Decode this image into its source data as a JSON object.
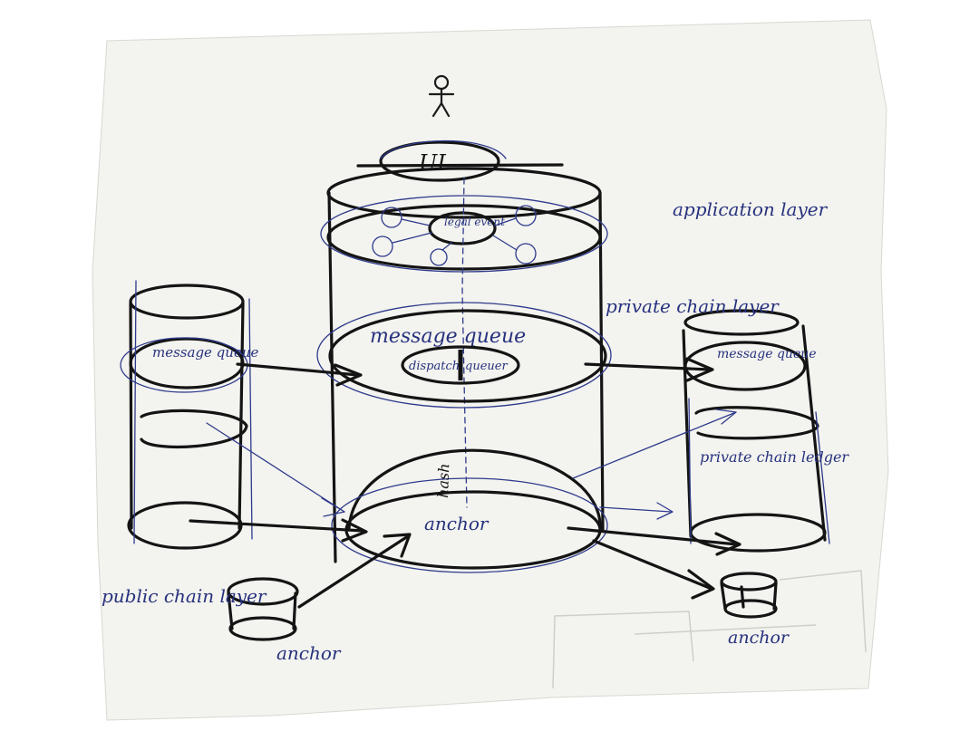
{
  "labels": {
    "ui": "UI",
    "legal_event": "legal event",
    "application_layer": "application layer",
    "private_chain_layer": "private chain layer",
    "center_message_queue": "message queue",
    "dispatch": "dispatch",
    "queuer": "queuer",
    "left_message_queue": "message queue",
    "right_message_queue": "message queue",
    "private_chain_ledger": "private chain ledger",
    "hash": "hash",
    "center_anchor": "anchor",
    "bottom_left_anchor": "anchor",
    "bottom_right_anchor": "anchor",
    "public_chain_layer": "public chain layer"
  },
  "colors": {
    "paper": "#f4f4f0",
    "black_ink": "#141414",
    "blue_ink": "#2e3a8c"
  }
}
